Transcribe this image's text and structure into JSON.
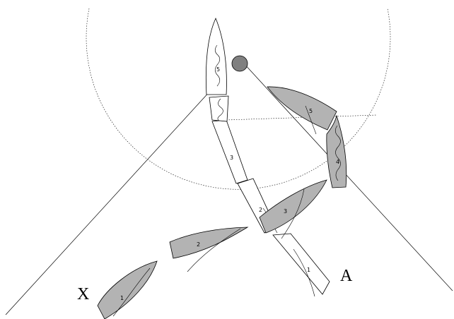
{
  "colors": {
    "gray_boat": "#b3b3b3",
    "white_boat": "#ffffff",
    "mark": "#808080",
    "line": "#000000"
  },
  "labels": {
    "boat_x": "X",
    "boat_a": "A"
  },
  "boat_x": {
    "positions": [
      "1",
      "2",
      "3",
      "4",
      "5"
    ]
  },
  "boat_a": {
    "positions": [
      "1",
      "2",
      "3",
      "5"
    ]
  }
}
